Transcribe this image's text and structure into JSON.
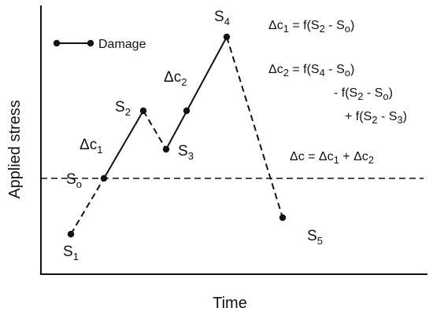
{
  "axes": {
    "x_label": "Time",
    "y_label": "Applied stress"
  },
  "legend": {
    "label": "Damage"
  },
  "points": {
    "S1": {
      "base": "S",
      "sub": "1"
    },
    "S2": {
      "base": "S",
      "sub": "2"
    },
    "S3": {
      "base": "S",
      "sub": "3"
    },
    "S4": {
      "base": "S",
      "sub": "4"
    },
    "S5": {
      "base": "S",
      "sub": "5"
    },
    "So": {
      "base": "S",
      "sub": "o"
    }
  },
  "annotations": {
    "dc1": {
      "base": "Δc",
      "sub": "1"
    },
    "dc2": {
      "base": "Δc",
      "sub": "2"
    }
  },
  "equations": {
    "eq1": {
      "a": "Δc",
      "a_sub": "1",
      "b": " = f(S",
      "b_sub": "2",
      "c": " - S",
      "c_sub": "o",
      "d": ")"
    },
    "eq2": {
      "a": "Δc",
      "a_sub": "2",
      "b": " = f(S",
      "b_sub": "4",
      "c": " - S",
      "c_sub": "o",
      "d": ")"
    },
    "eq3": {
      "a": "- f(S",
      "a_sub": "2",
      "b": " - S",
      "b_sub": "o",
      "c": ")"
    },
    "eq4": {
      "a": "+ f(S",
      "a_sub": "2",
      "b": " - S",
      "b_sub": "3",
      "c": ")"
    },
    "eq5": {
      "a": "Δc = Δc",
      "a_sub": "1",
      "b": " + Δc",
      "b_sub": "2"
    }
  },
  "colors": {
    "line": "#111111",
    "background": "#ffffff"
  }
}
